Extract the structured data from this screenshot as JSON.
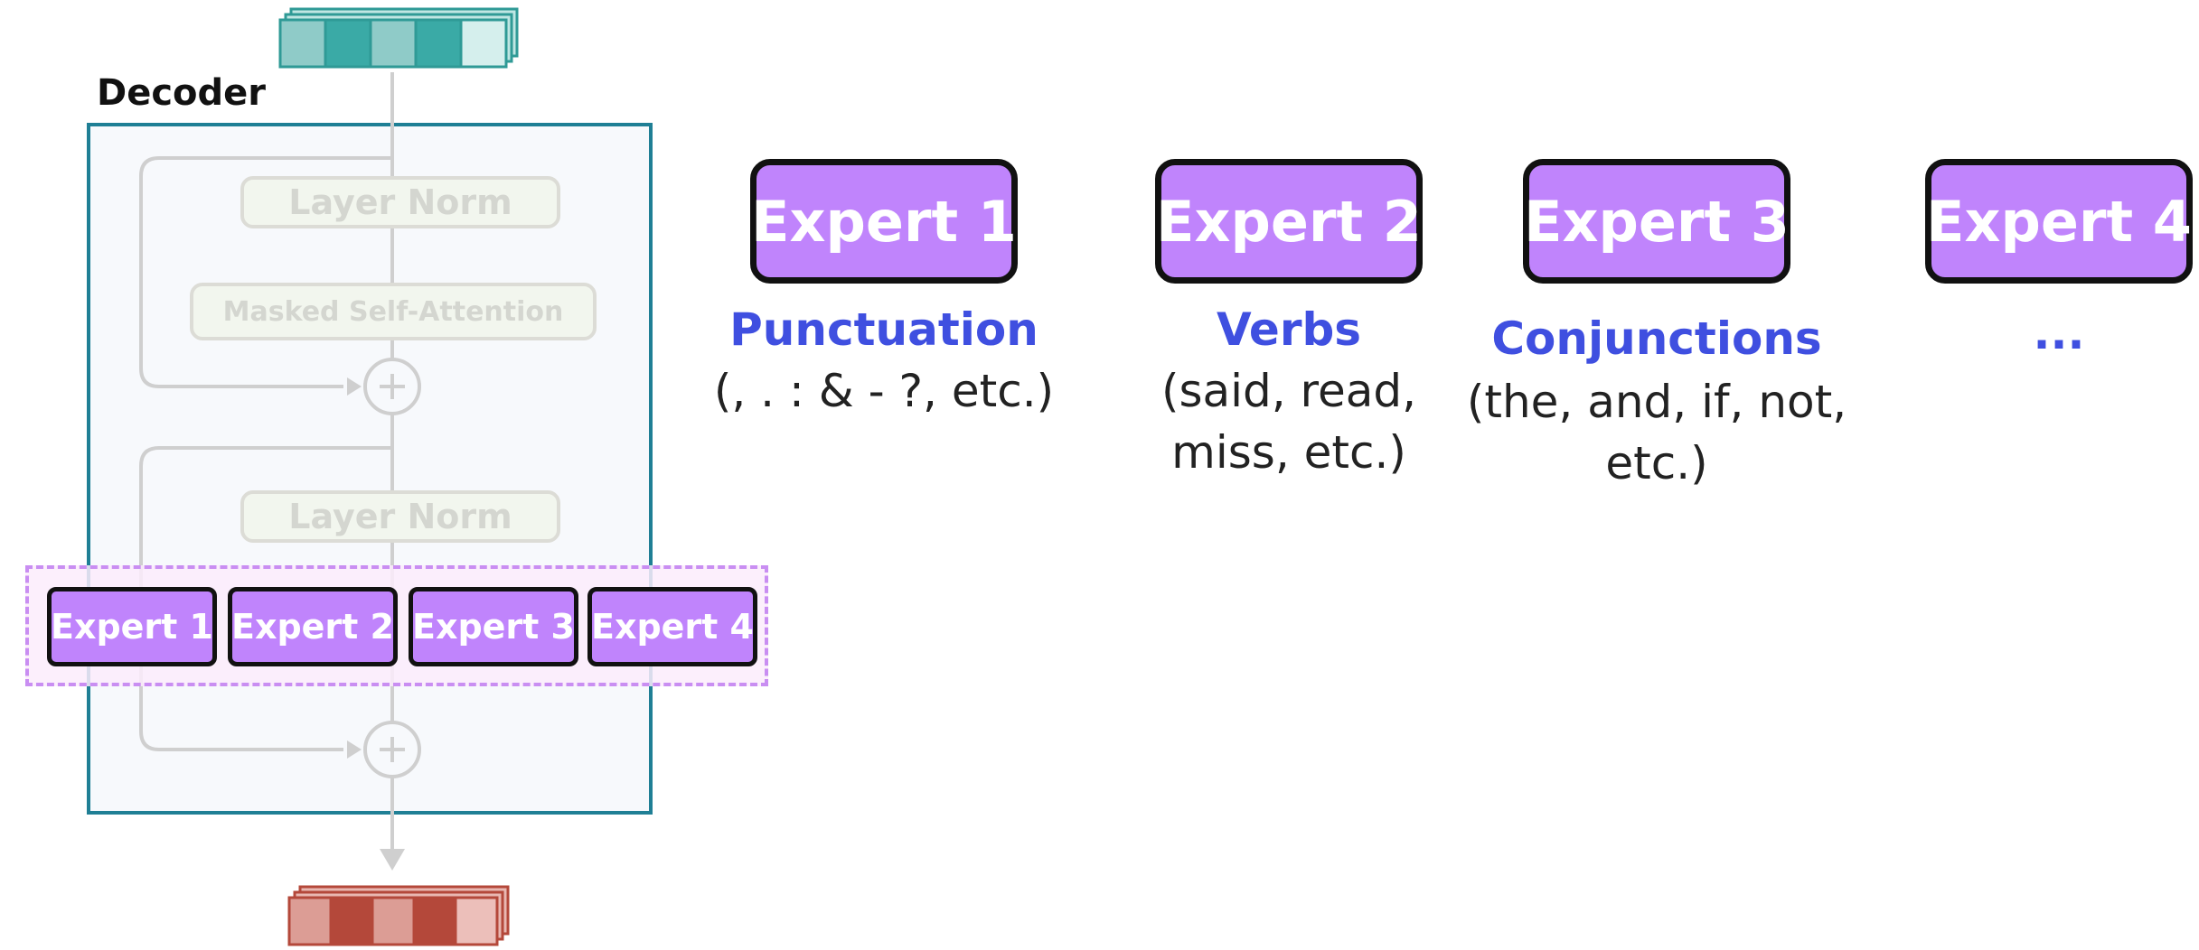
{
  "decoder": {
    "title": "Decoder",
    "layer_norm_top": "Layer Norm",
    "masked_self_attention": "Masked Self-Attention",
    "layer_norm_bottom": "Layer Norm",
    "moe_experts": [
      "Expert 1",
      "Expert 2",
      "Expert 3",
      "Expert 4"
    ]
  },
  "experts": [
    {
      "label": "Expert 1",
      "category": "Punctuation",
      "examples": "(, . : & - ?, etc.)"
    },
    {
      "label": "Expert 2",
      "category": "Verbs",
      "examples": "(said, read, miss, etc.)"
    },
    {
      "label": "Expert 3",
      "category": "Conjunctions",
      "examples": "(the, and, if, not, etc.)"
    },
    {
      "label": "Expert 4",
      "category": "...",
      "examples": ""
    }
  ],
  "colors": {
    "expert_fill": "#c084fc",
    "expert_border": "#111111",
    "category_text": "#3f4fe0",
    "decoder_border": "#1f7f95",
    "input_tokens": "#3aaaa6",
    "output_tokens": "#b4483a"
  }
}
